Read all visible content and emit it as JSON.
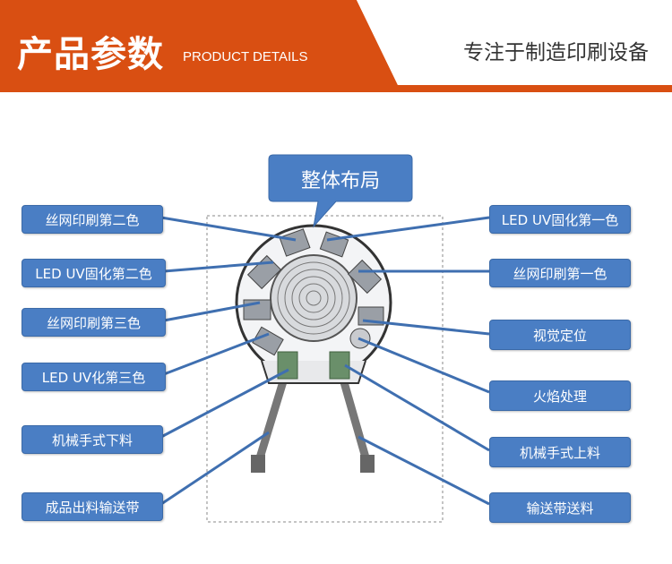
{
  "header": {
    "title_cn": "产品参数",
    "title_en": "PRODUCT DETAILS",
    "slogan": "专注于制造印刷设备"
  },
  "diagram": {
    "center_label": "整体布局",
    "left_labels": [
      "丝网印刷第二色",
      "LED UV固化第二色",
      "丝网印刷第三色",
      "LED UV化第三色",
      "机械手式下料",
      "成品出料输送带"
    ],
    "right_labels": [
      "LED UV固化第一色",
      "丝网印刷第一色",
      "视觉定位",
      "火焰处理",
      "机械手式上料",
      "输送带送料"
    ]
  },
  "colors": {
    "header_orange": "#d94f12",
    "label_blue": "#4a7ec4",
    "leader_line_blue": "#3f6fb0"
  }
}
